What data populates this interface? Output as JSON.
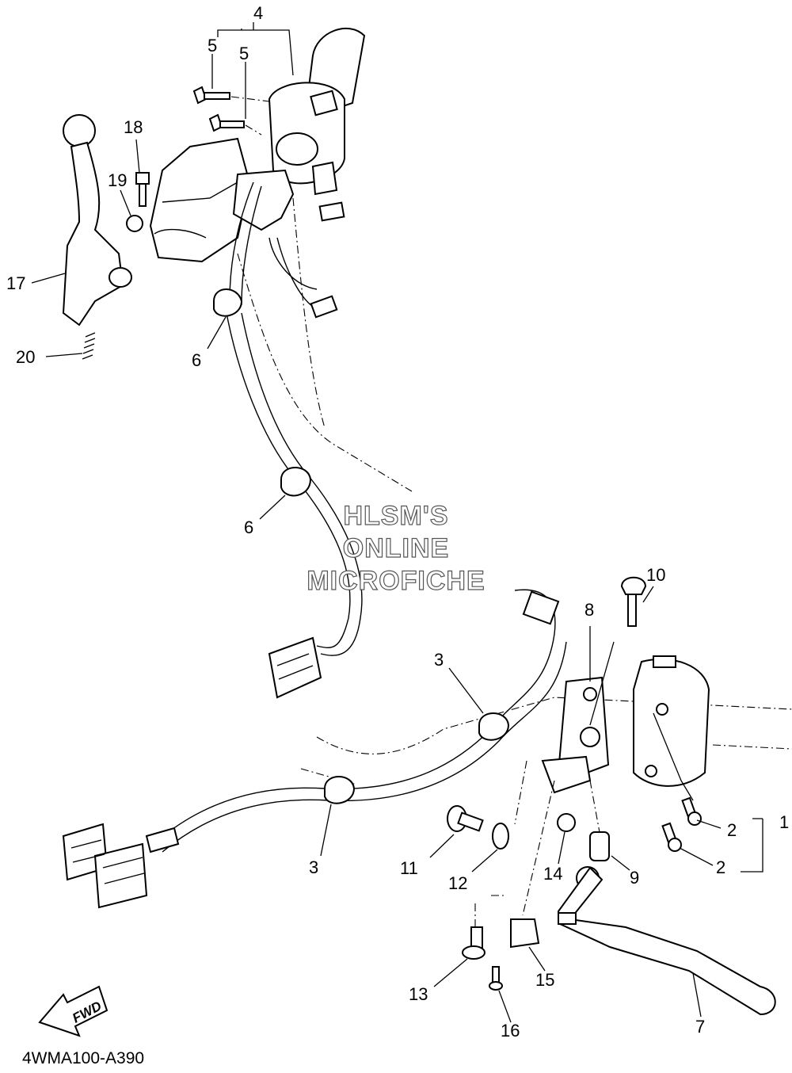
{
  "diagram_code": "4WMA100-A390",
  "watermark": [
    "HLSM'S",
    "ONLINE",
    "MICROFICHE"
  ],
  "fwd_label": "FWD",
  "callouts": {
    "c1": "1",
    "c2a": "2",
    "c2b": "2",
    "c3a": "3",
    "c3b": "3",
    "c4": "4",
    "c5a": "5",
    "c5b": "5",
    "c6a": "6",
    "c6b": "6",
    "c7": "7",
    "c8": "8",
    "c9": "9",
    "c10": "10",
    "c11": "11",
    "c12": "12",
    "c13": "13",
    "c14": "14",
    "c15": "15",
    "c16": "16",
    "c17": "17",
    "c18": "18",
    "c19": "19",
    "c20": "20"
  }
}
